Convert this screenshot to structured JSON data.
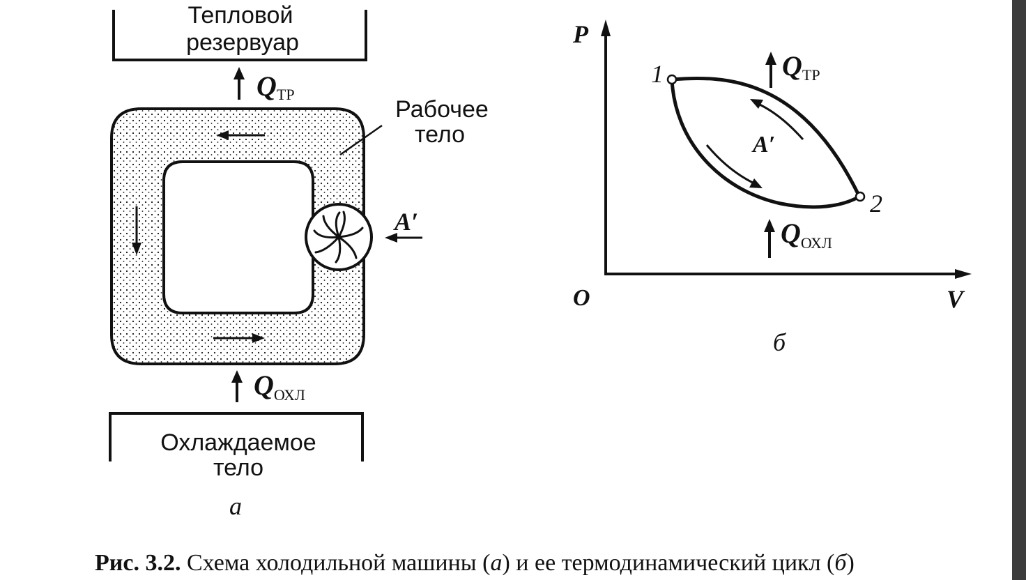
{
  "diagram_a": {
    "hot_reservoir": {
      "line1": "Тепловой",
      "line2": "резервуар"
    },
    "q_hot": {
      "symbol": "Q",
      "subscript": "ТР"
    },
    "working_body": {
      "line1": "Рабочее",
      "line2": "тело"
    },
    "work": {
      "symbol": "A′"
    },
    "q_cold": {
      "symbol": "Q",
      "subscript": "ОХЛ"
    },
    "cooled_body": {
      "line1": "Охлаждаемое",
      "line2": "тело"
    },
    "panel_label": "а"
  },
  "diagram_b": {
    "axis_y": "P",
    "axis_x": "V",
    "origin": "O",
    "point_1": "1",
    "point_2": "2",
    "q_hot": {
      "symbol": "Q",
      "subscript": "ТР"
    },
    "q_cold": {
      "symbol": "Q",
      "subscript": "ОХЛ"
    },
    "work": "A′",
    "panel_label": "б"
  },
  "caption": {
    "number": "Рис. 3.2.",
    "text_1": " Схема холодильной машины (",
    "a": "а",
    "text_2": ") и ее термодинамический цикл (",
    "b": "б",
    "text_3": ")"
  },
  "colors": {
    "ink": "#111111",
    "paper": "#ffffff"
  }
}
